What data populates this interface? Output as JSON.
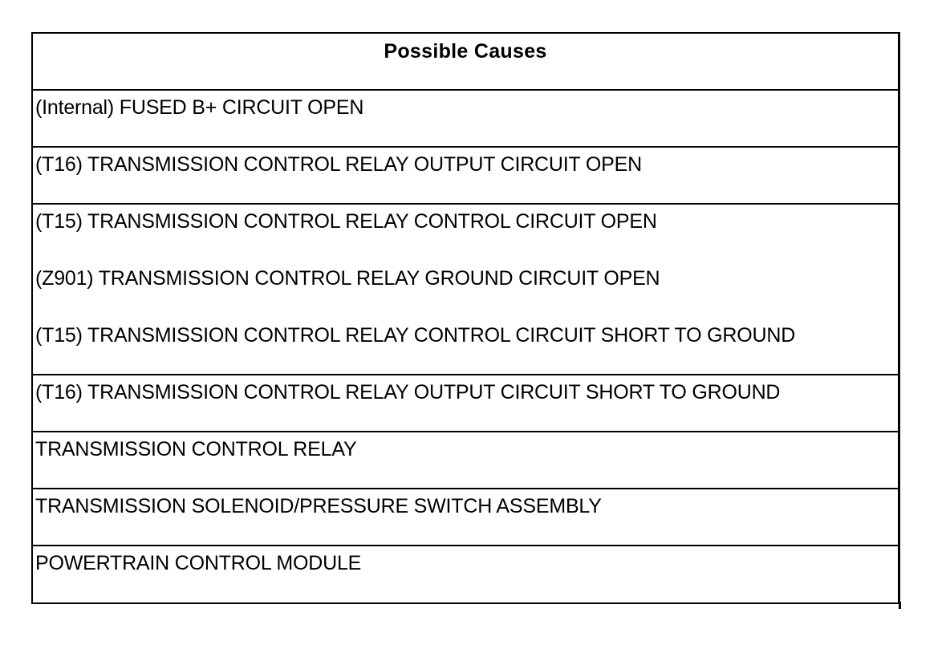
{
  "table": {
    "header": "Possible Causes",
    "groups": [
      {
        "lines": [
          "(Internal) FUSED B+ CIRCUIT OPEN"
        ]
      },
      {
        "lines": [
          "(T16) TRANSMISSION CONTROL RELAY OUTPUT CIRCUIT OPEN"
        ]
      },
      {
        "lines": [
          "(T15) TRANSMISSION CONTROL RELAY CONTROL CIRCUIT OPEN",
          "(Z901) TRANSMISSION CONTROL RELAY GROUND CIRCUIT OPEN",
          "(T15) TRANSMISSION CONTROL RELAY CONTROL CIRCUIT SHORT TO GROUND"
        ]
      },
      {
        "lines": [
          "(T16) TRANSMISSION CONTROL RELAY OUTPUT CIRCUIT SHORT TO GROUND"
        ]
      },
      {
        "lines": [
          "TRANSMISSION CONTROL RELAY"
        ]
      },
      {
        "lines": [
          "TRANSMISSION SOLENOID/PRESSURE SWITCH ASSEMBLY"
        ]
      },
      {
        "lines": [
          "POWERTRAIN CONTROL MODULE"
        ]
      }
    ]
  }
}
